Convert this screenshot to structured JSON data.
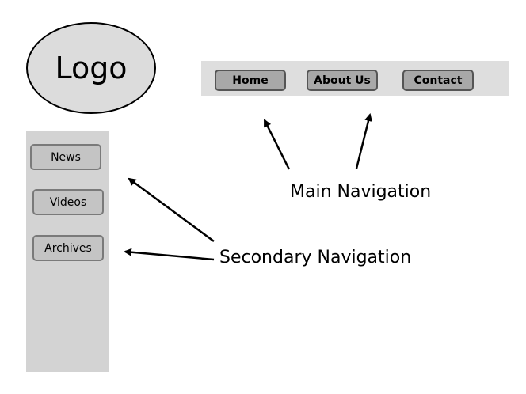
{
  "logo": {
    "text": "Logo"
  },
  "main_nav": {
    "items": [
      {
        "label": "Home"
      },
      {
        "label": "About Us"
      },
      {
        "label": "Contact"
      }
    ]
  },
  "secondary_nav": {
    "items": [
      {
        "label": "News"
      },
      {
        "label": "Videos"
      },
      {
        "label": "Archives"
      }
    ]
  },
  "annotations": {
    "main_navigation": "Main Navigation",
    "secondary_navigation": "Secondary Navigation"
  },
  "colors": {
    "nav_bar": "#dedede",
    "sidebar": "#d3d3d3",
    "main_button": "#a8a8a8",
    "side_button": "#c4c4c4",
    "logo_fill": "#dcdcdc"
  }
}
